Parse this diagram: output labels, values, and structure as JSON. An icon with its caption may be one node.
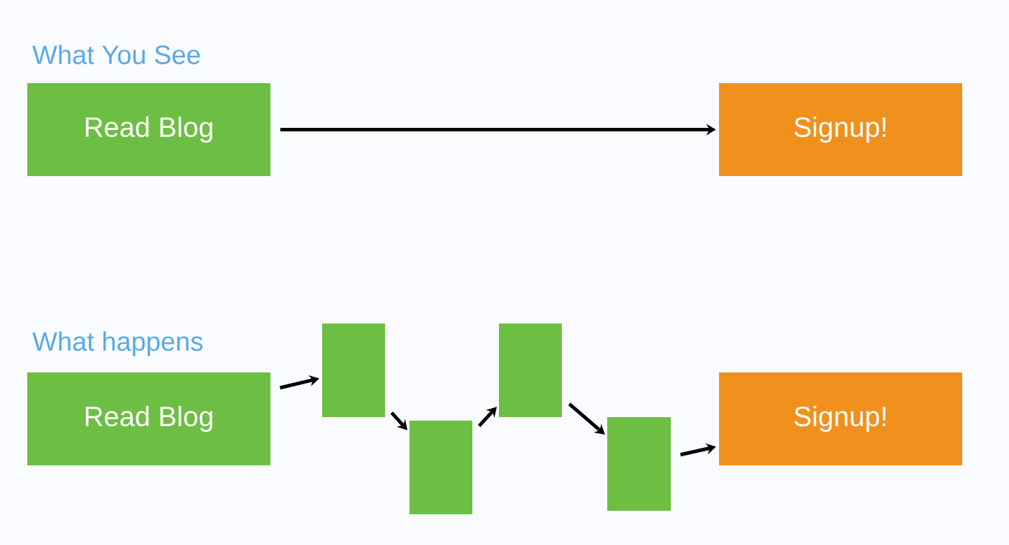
{
  "diagram": {
    "nodes": [
      {
        "text": [
          "Read Blog"
        ]
      },
      {
        "text": [
          "Signup!"
        ]
      },
      {
        "text": [
          "Read Blog"
        ]
      },
      {
        "text": [],
        "shape": "box"
      },
      {
        "text": [],
        "shape": "box"
      },
      {
        "text": [],
        "shape": "box"
      },
      {
        "text": [],
        "shape": "box"
      },
      {
        "text": [
          "Signup!"
        ]
      }
    ],
    "edges": [
      {
        "from": 0,
        "to": 1,
        "arrow": "to"
      },
      {
        "from": 2,
        "to": 3,
        "arrow": "to"
      },
      {
        "from": 3,
        "to": 4,
        "arrow": "to"
      },
      {
        "from": 4,
        "to": 5,
        "arrow": "to"
      },
      {
        "from": 5,
        "to": 6,
        "arrow": "to"
      },
      {
        "from": 6,
        "to": 7,
        "arrow": "to"
      }
    ],
    "labels": [
      "What You See",
      "What happens"
    ]
  }
}
